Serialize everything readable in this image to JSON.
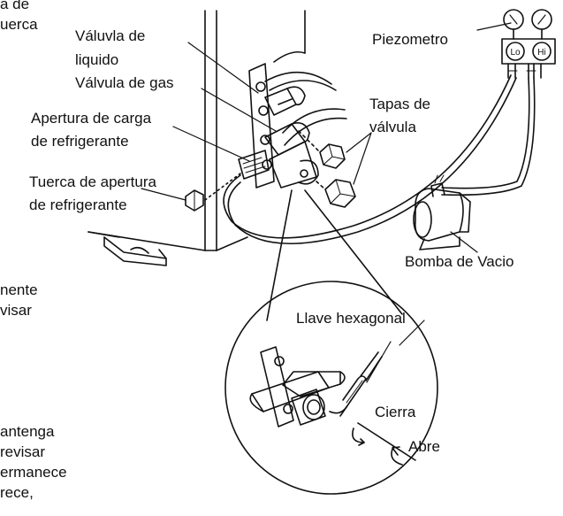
{
  "fragments": {
    "top_1": "a de",
    "top_2": "uerca",
    "mid_1": "nente",
    "mid_2": "visar",
    "bot_1": "antenga",
    "bot_2": "revisar",
    "bot_3": "ermanece",
    "bot_4": "rece,"
  },
  "labels": {
    "liquid_valve_1": "Váluvla de",
    "liquid_valve_2": "liquido",
    "gas_valve": "Válvula de gas",
    "charge_port_1": "Apertura de carga",
    "charge_port_2": "de refrigerante",
    "charge_nut_1": "Tuerca de apertura",
    "charge_nut_2": "de refrigerante",
    "gauge": "Piezometro",
    "caps_1": "Tapas de",
    "caps_2": "válvula",
    "vacuum_pump": "Bomba de Vacio",
    "hex_key": "Llave hexagonal",
    "close": "Cierra",
    "open": "Abre",
    "gauge_lo": "Lo",
    "gauge_hi": "Hi"
  }
}
